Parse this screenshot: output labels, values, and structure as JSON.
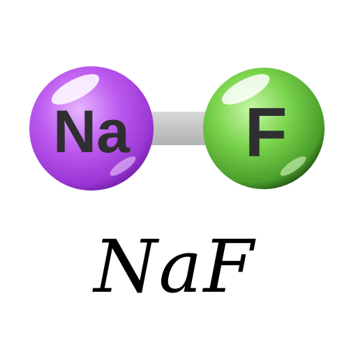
{
  "molecule": {
    "atoms": [
      {
        "symbol": "Na",
        "color": "#b04fe0",
        "icon": "sodium-atom-sphere"
      },
      {
        "symbol": "F",
        "color": "#5fc63a",
        "icon": "fluorine-atom-sphere"
      }
    ],
    "bond_color": "#c8c8c8"
  },
  "formula": "NaF"
}
